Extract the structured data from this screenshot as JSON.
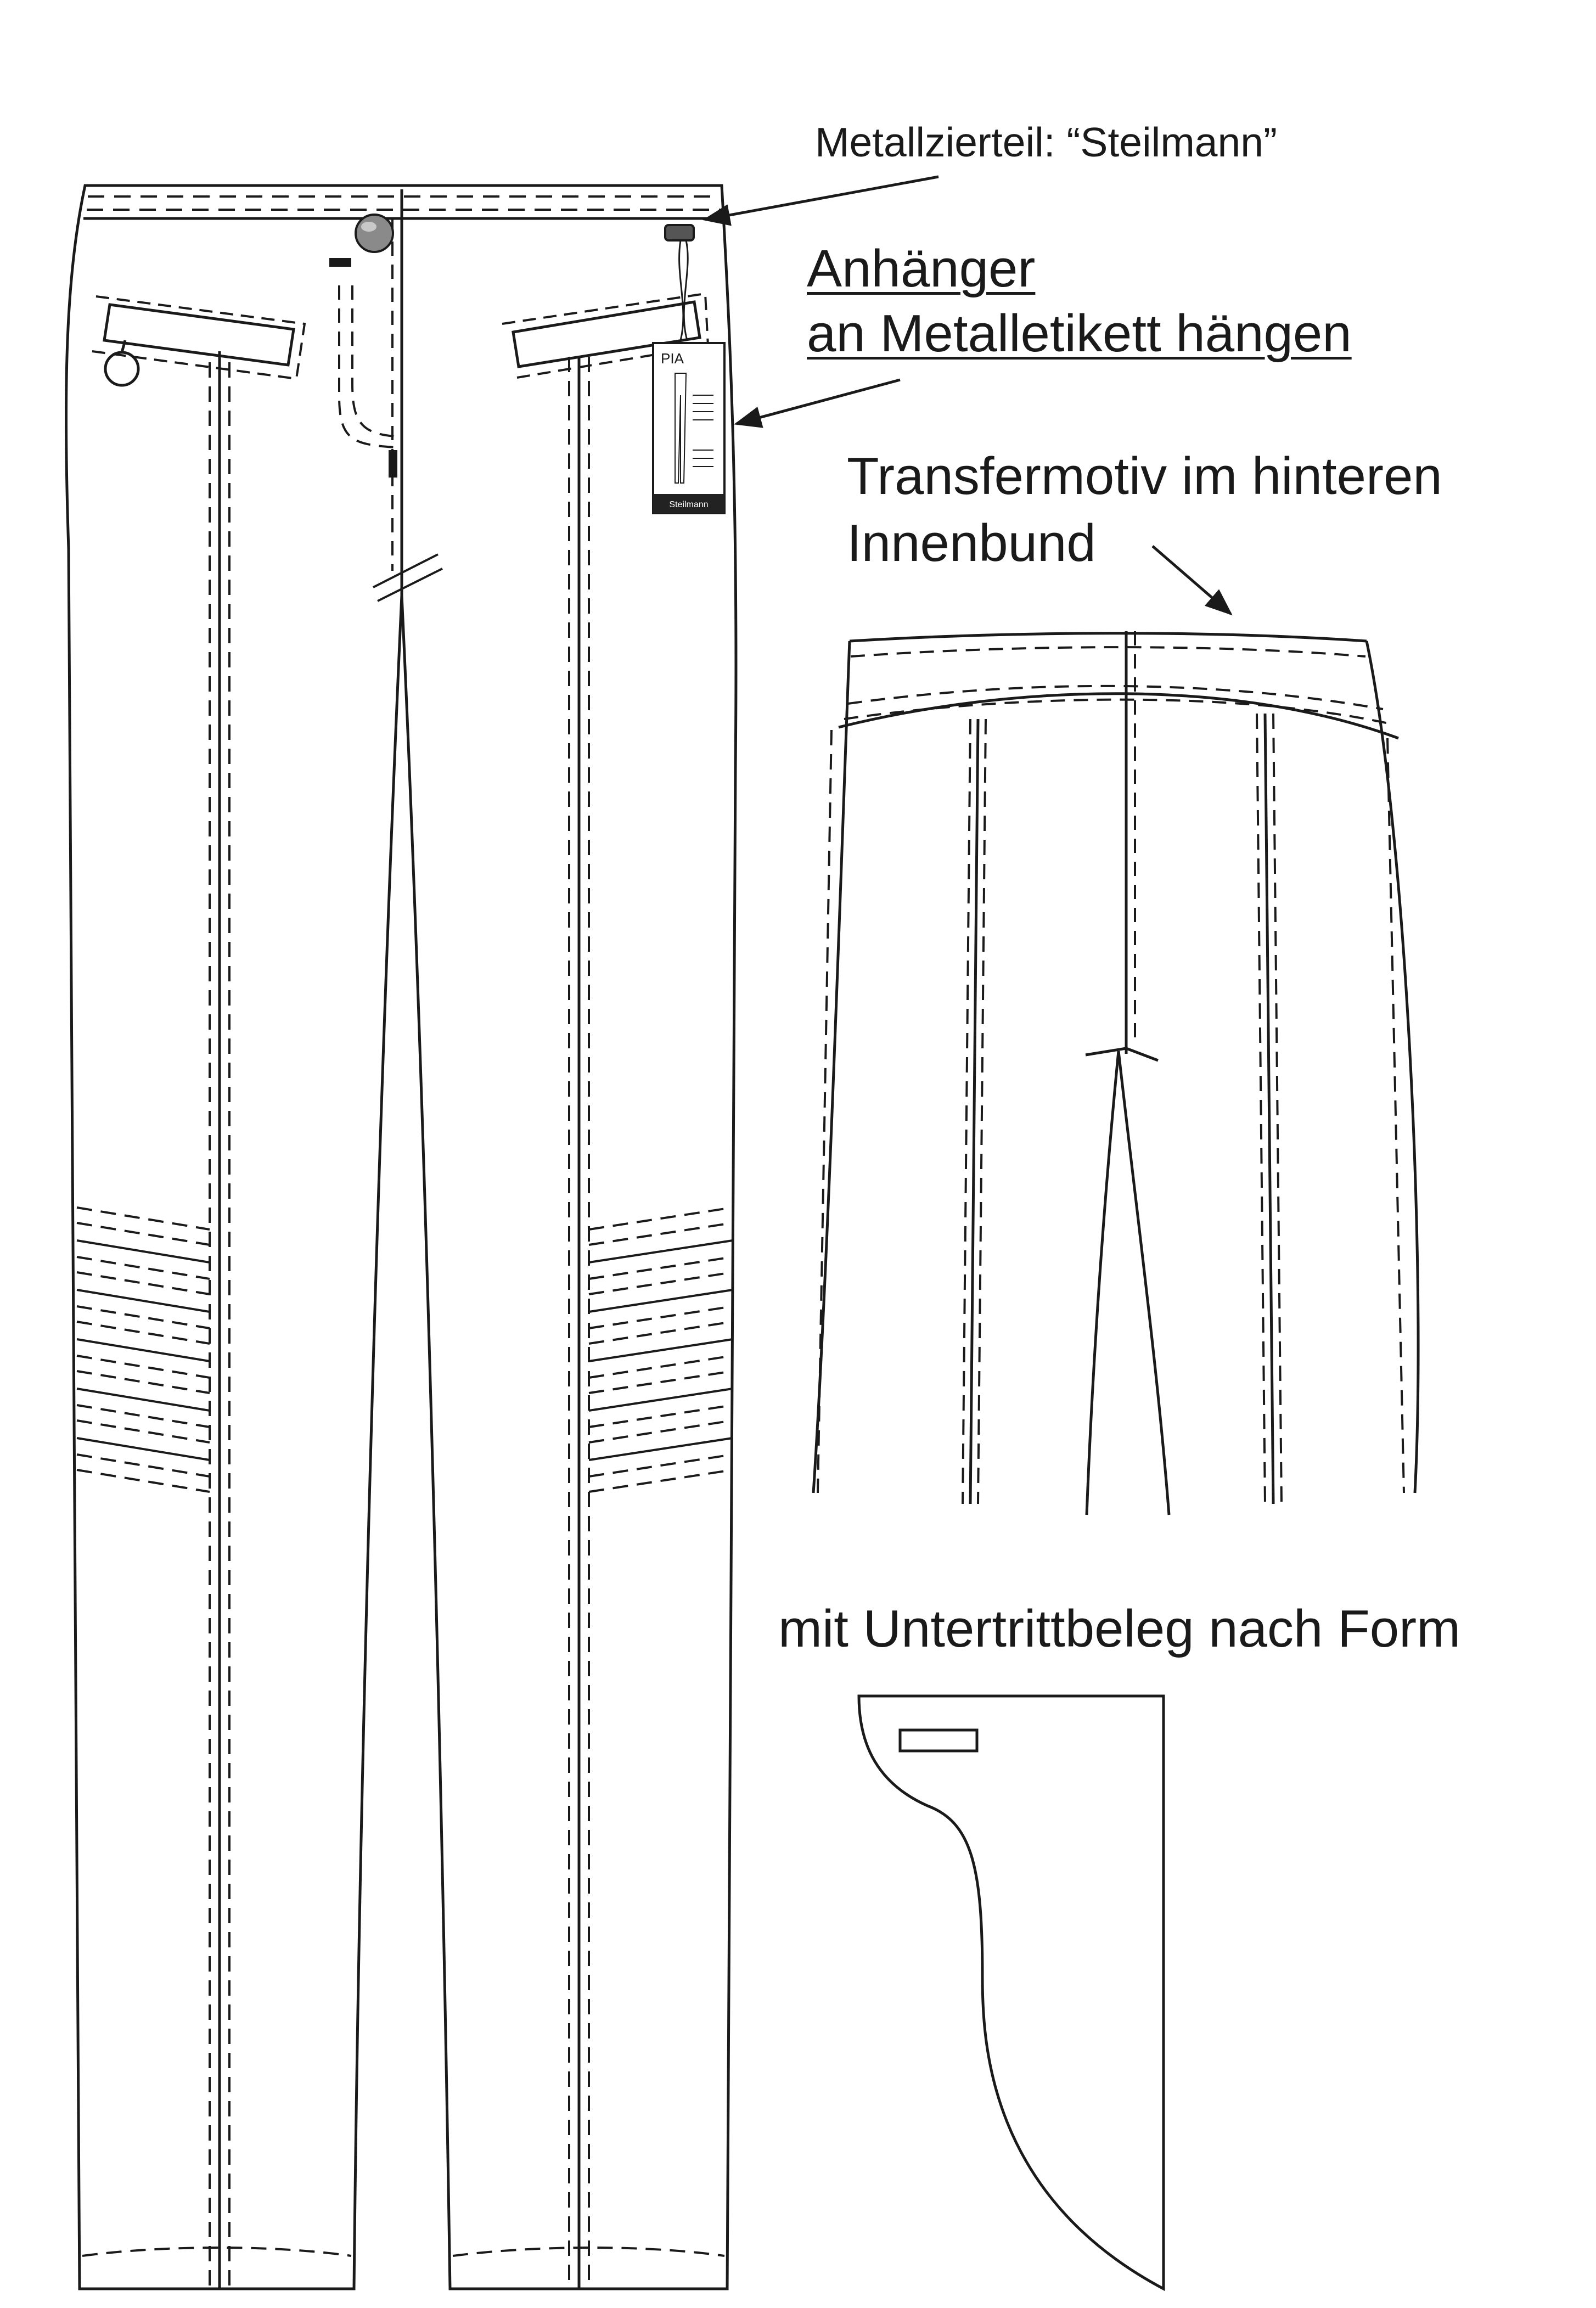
{
  "annotations": {
    "metal_ornament": "Metallzierteil: “Steilmann”",
    "hangtag_line1": "Anhänger",
    "hangtag_line2": "an Metalletikett hängen",
    "transfer_line1": "Transfermotiv im hinteren",
    "transfer_line2": "Innenbund",
    "underlap_facing": "mit Untertrittbeleg nach Form"
  },
  "hangtag": {
    "name": "PIA",
    "brand": "Steilmann"
  },
  "colors": {
    "line": "#1a1a1a",
    "button": "#8a8a8a",
    "tag_band": "#222222"
  }
}
